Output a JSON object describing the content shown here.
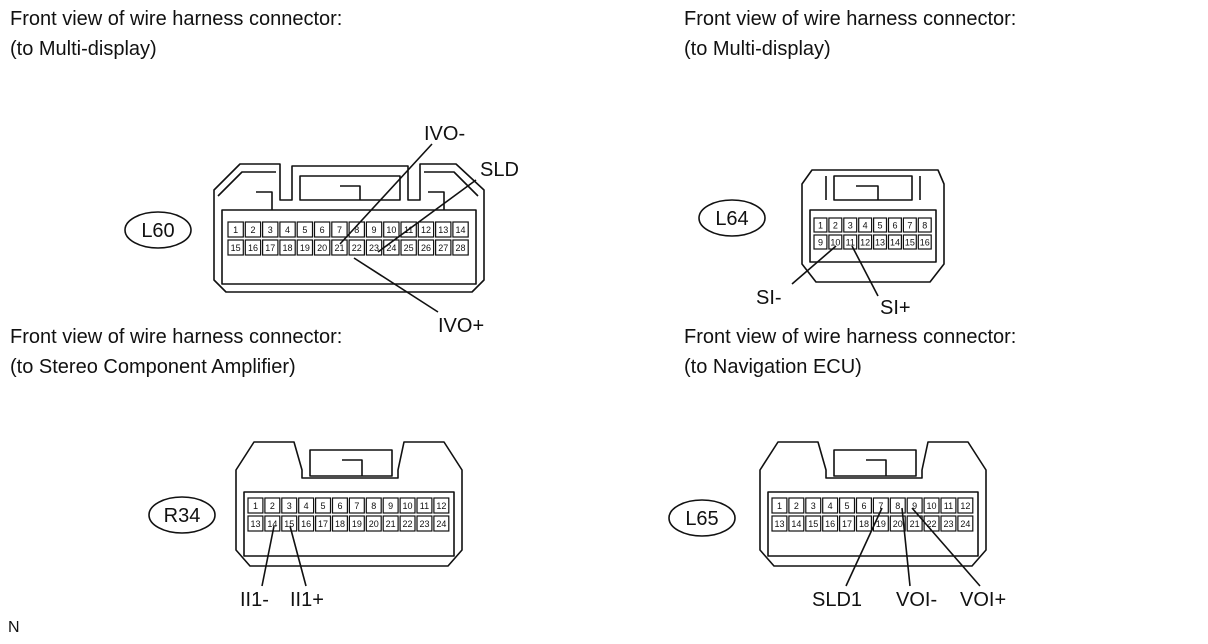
{
  "headings": [
    {
      "line1": "Front view of wire harness connector:",
      "line2": "(to Multi-display)"
    },
    {
      "line1": "Front view of wire harness connector:",
      "line2": "(to Multi-display)"
    },
    {
      "line1": "Front view of wire harness connector:",
      "line2": "(to Stereo Component Amplifier)"
    },
    {
      "line1": "Front view of wire harness connector:",
      "line2": "(to Navigation ECU)"
    }
  ],
  "connectors": {
    "L60": {
      "label": "L60",
      "row1": [
        "1",
        "2",
        "3",
        "4",
        "5",
        "6",
        "7",
        "8",
        "9",
        "10",
        "11",
        "12",
        "13",
        "14"
      ],
      "row2": [
        "15",
        "16",
        "17",
        "18",
        "19",
        "20",
        "21",
        "22",
        "23",
        "24",
        "25",
        "26",
        "27",
        "28"
      ]
    },
    "L64": {
      "label": "L64",
      "row1": [
        "1",
        "2",
        "3",
        "4",
        "5",
        "6",
        "7",
        "8"
      ],
      "row2": [
        "9",
        "10",
        "11",
        "12",
        "13",
        "14",
        "15",
        "16"
      ]
    },
    "R34": {
      "label": "R34",
      "row1": [
        "1",
        "2",
        "3",
        "4",
        "5",
        "6",
        "7",
        "8",
        "9",
        "10",
        "11",
        "12"
      ],
      "row2": [
        "13",
        "14",
        "15",
        "16",
        "17",
        "18",
        "19",
        "20",
        "21",
        "22",
        "23",
        "24"
      ]
    },
    "L65": {
      "label": "L65",
      "row1": [
        "1",
        "2",
        "3",
        "4",
        "5",
        "6",
        "7",
        "8",
        "9",
        "10",
        "11",
        "12"
      ],
      "row2": [
        "13",
        "14",
        "15",
        "16",
        "17",
        "18",
        "19",
        "20",
        "21",
        "22",
        "23",
        "24"
      ]
    }
  },
  "signals": {
    "ivo_minus": "IVO-",
    "sld": "SLD",
    "ivo_plus": "IVO+",
    "si_minus": "SI-",
    "si_plus": "SI+",
    "ii1_minus": "II1-",
    "ii1_plus": "II1+",
    "sld1": "SLD1",
    "voi_minus": "VOI-",
    "voi_plus": "VOI+"
  },
  "footer": "N"
}
